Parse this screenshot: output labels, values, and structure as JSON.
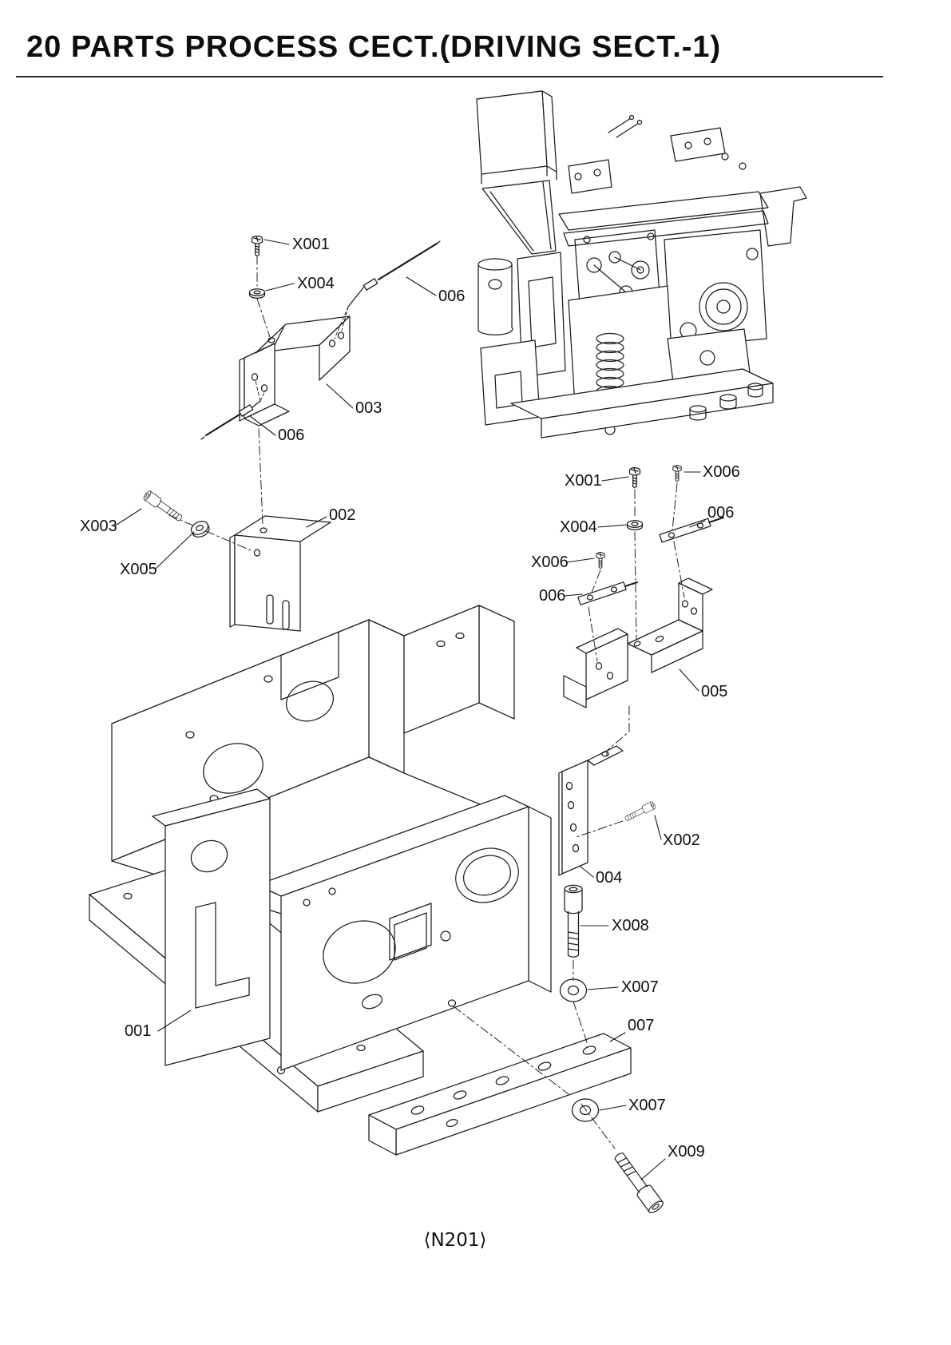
{
  "title": "20 PARTS PROCESS CECT.(DRIVING SECT.-1)",
  "footer_code": "⟨N201⟩",
  "colors": {
    "line": "#1c1c1c",
    "text": "#101010",
    "background": "#ffffff"
  },
  "callouts": [
    {
      "text": "X001"
    },
    {
      "text": "X004"
    },
    {
      "text": "006"
    },
    {
      "text": "003"
    },
    {
      "text": "006"
    },
    {
      "text": "X003"
    },
    {
      "text": "002"
    },
    {
      "text": "X005"
    },
    {
      "text": "X001"
    },
    {
      "text": "X006"
    },
    {
      "text": "X004"
    },
    {
      "text": "006"
    },
    {
      "text": "X006"
    },
    {
      "text": "006"
    },
    {
      "text": "005"
    },
    {
      "text": "004"
    },
    {
      "text": "X002"
    },
    {
      "text": "X008"
    },
    {
      "text": "X007"
    },
    {
      "text": "007"
    },
    {
      "text": "001"
    },
    {
      "text": "X007"
    },
    {
      "text": "X009"
    }
  ]
}
